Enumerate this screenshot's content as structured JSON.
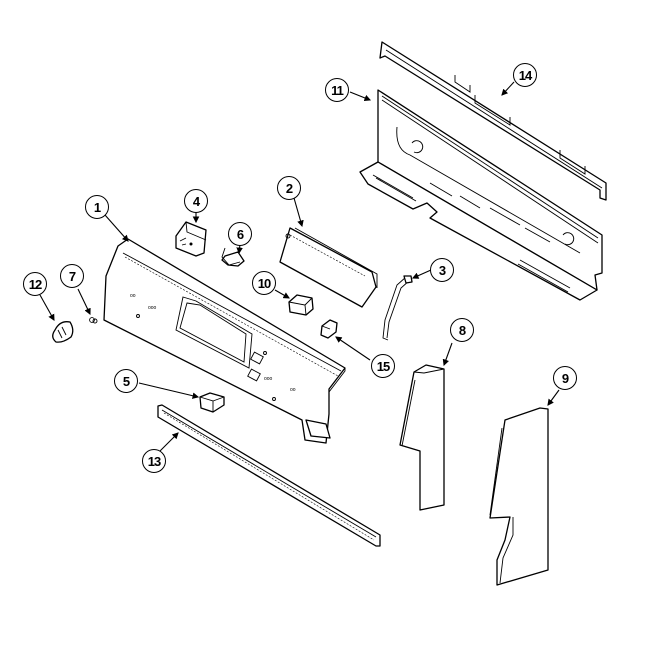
{
  "diagram": {
    "type": "exploded-parts-diagram",
    "subject": "control panel assembly",
    "callouts": [
      {
        "id": "1",
        "label": "1",
        "part": "control-panel"
      },
      {
        "id": "2",
        "label": "2",
        "part": "clock-timer-module"
      },
      {
        "id": "3",
        "label": "3",
        "part": "wire-harness"
      },
      {
        "id": "4",
        "label": "4",
        "part": "switch-block"
      },
      {
        "id": "5",
        "label": "5",
        "part": "rocker-switch"
      },
      {
        "id": "6",
        "label": "6",
        "part": "bracket-clip"
      },
      {
        "id": "7",
        "label": "7",
        "part": "knob-clip"
      },
      {
        "id": "8",
        "label": "8",
        "part": "left-end-cap"
      },
      {
        "id": "9",
        "label": "9",
        "part": "right-end-cap"
      },
      {
        "id": "10",
        "label": "10",
        "part": "switch"
      },
      {
        "id": "11",
        "label": "11",
        "part": "backguard-panel"
      },
      {
        "id": "12",
        "label": "12",
        "part": "control-knob"
      },
      {
        "id": "13",
        "label": "13",
        "part": "trim-strip"
      },
      {
        "id": "14",
        "label": "14",
        "part": "top-trim"
      },
      {
        "id": "15",
        "label": "15",
        "part": "light-socket"
      }
    ]
  }
}
